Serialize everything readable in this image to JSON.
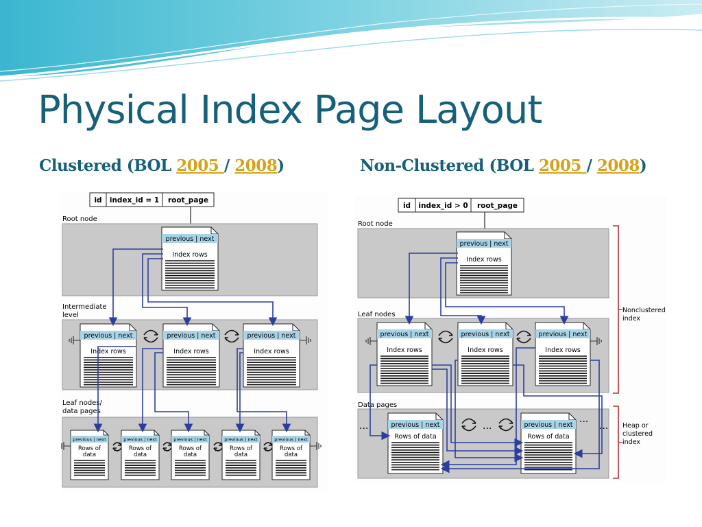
{
  "slide": {
    "title": "Physical Index Page Layout",
    "accent_color": "#17607a",
    "link_color": "#d6a21a"
  },
  "clustered": {
    "heading_prefix": "Clustered (BOL ",
    "link_2005": "2005 ",
    "separator": "/ ",
    "link_2008": "2008",
    "heading_suffix": ")",
    "header_cols": [
      "id",
      "index_id = 1",
      "root_page"
    ],
    "levels": {
      "root": "Root node",
      "intermediate_line1": "Intermediate",
      "intermediate_line2": "level",
      "leaf_line1": "Leaf nodes/",
      "leaf_line2": "data pages"
    },
    "page_header": "previous | next",
    "index_rows": "Index rows",
    "data_line1": "Rows of",
    "data_line2": "data"
  },
  "nonclustered": {
    "heading_prefix": "Non-Clustered (BOL ",
    "link_2005": "2005 ",
    "separator": "/ ",
    "link_2008": "2008",
    "heading_suffix": ")",
    "header_cols": [
      "id",
      "index_id > 0",
      "root_page"
    ],
    "levels": {
      "root": "Root node",
      "leaf": "Leaf nodes",
      "data": "Data pages"
    },
    "bracket_nonclustered_line1": "Nonclustered",
    "bracket_nonclustered_line2": "index",
    "bracket_heap_line1": "Heap or",
    "bracket_heap_line2": "clustered",
    "bracket_heap_line3": "index",
    "page_header": "previous | next",
    "index_rows": "Index rows",
    "data_line1": "Rows of data",
    "ellipsis": "..."
  }
}
